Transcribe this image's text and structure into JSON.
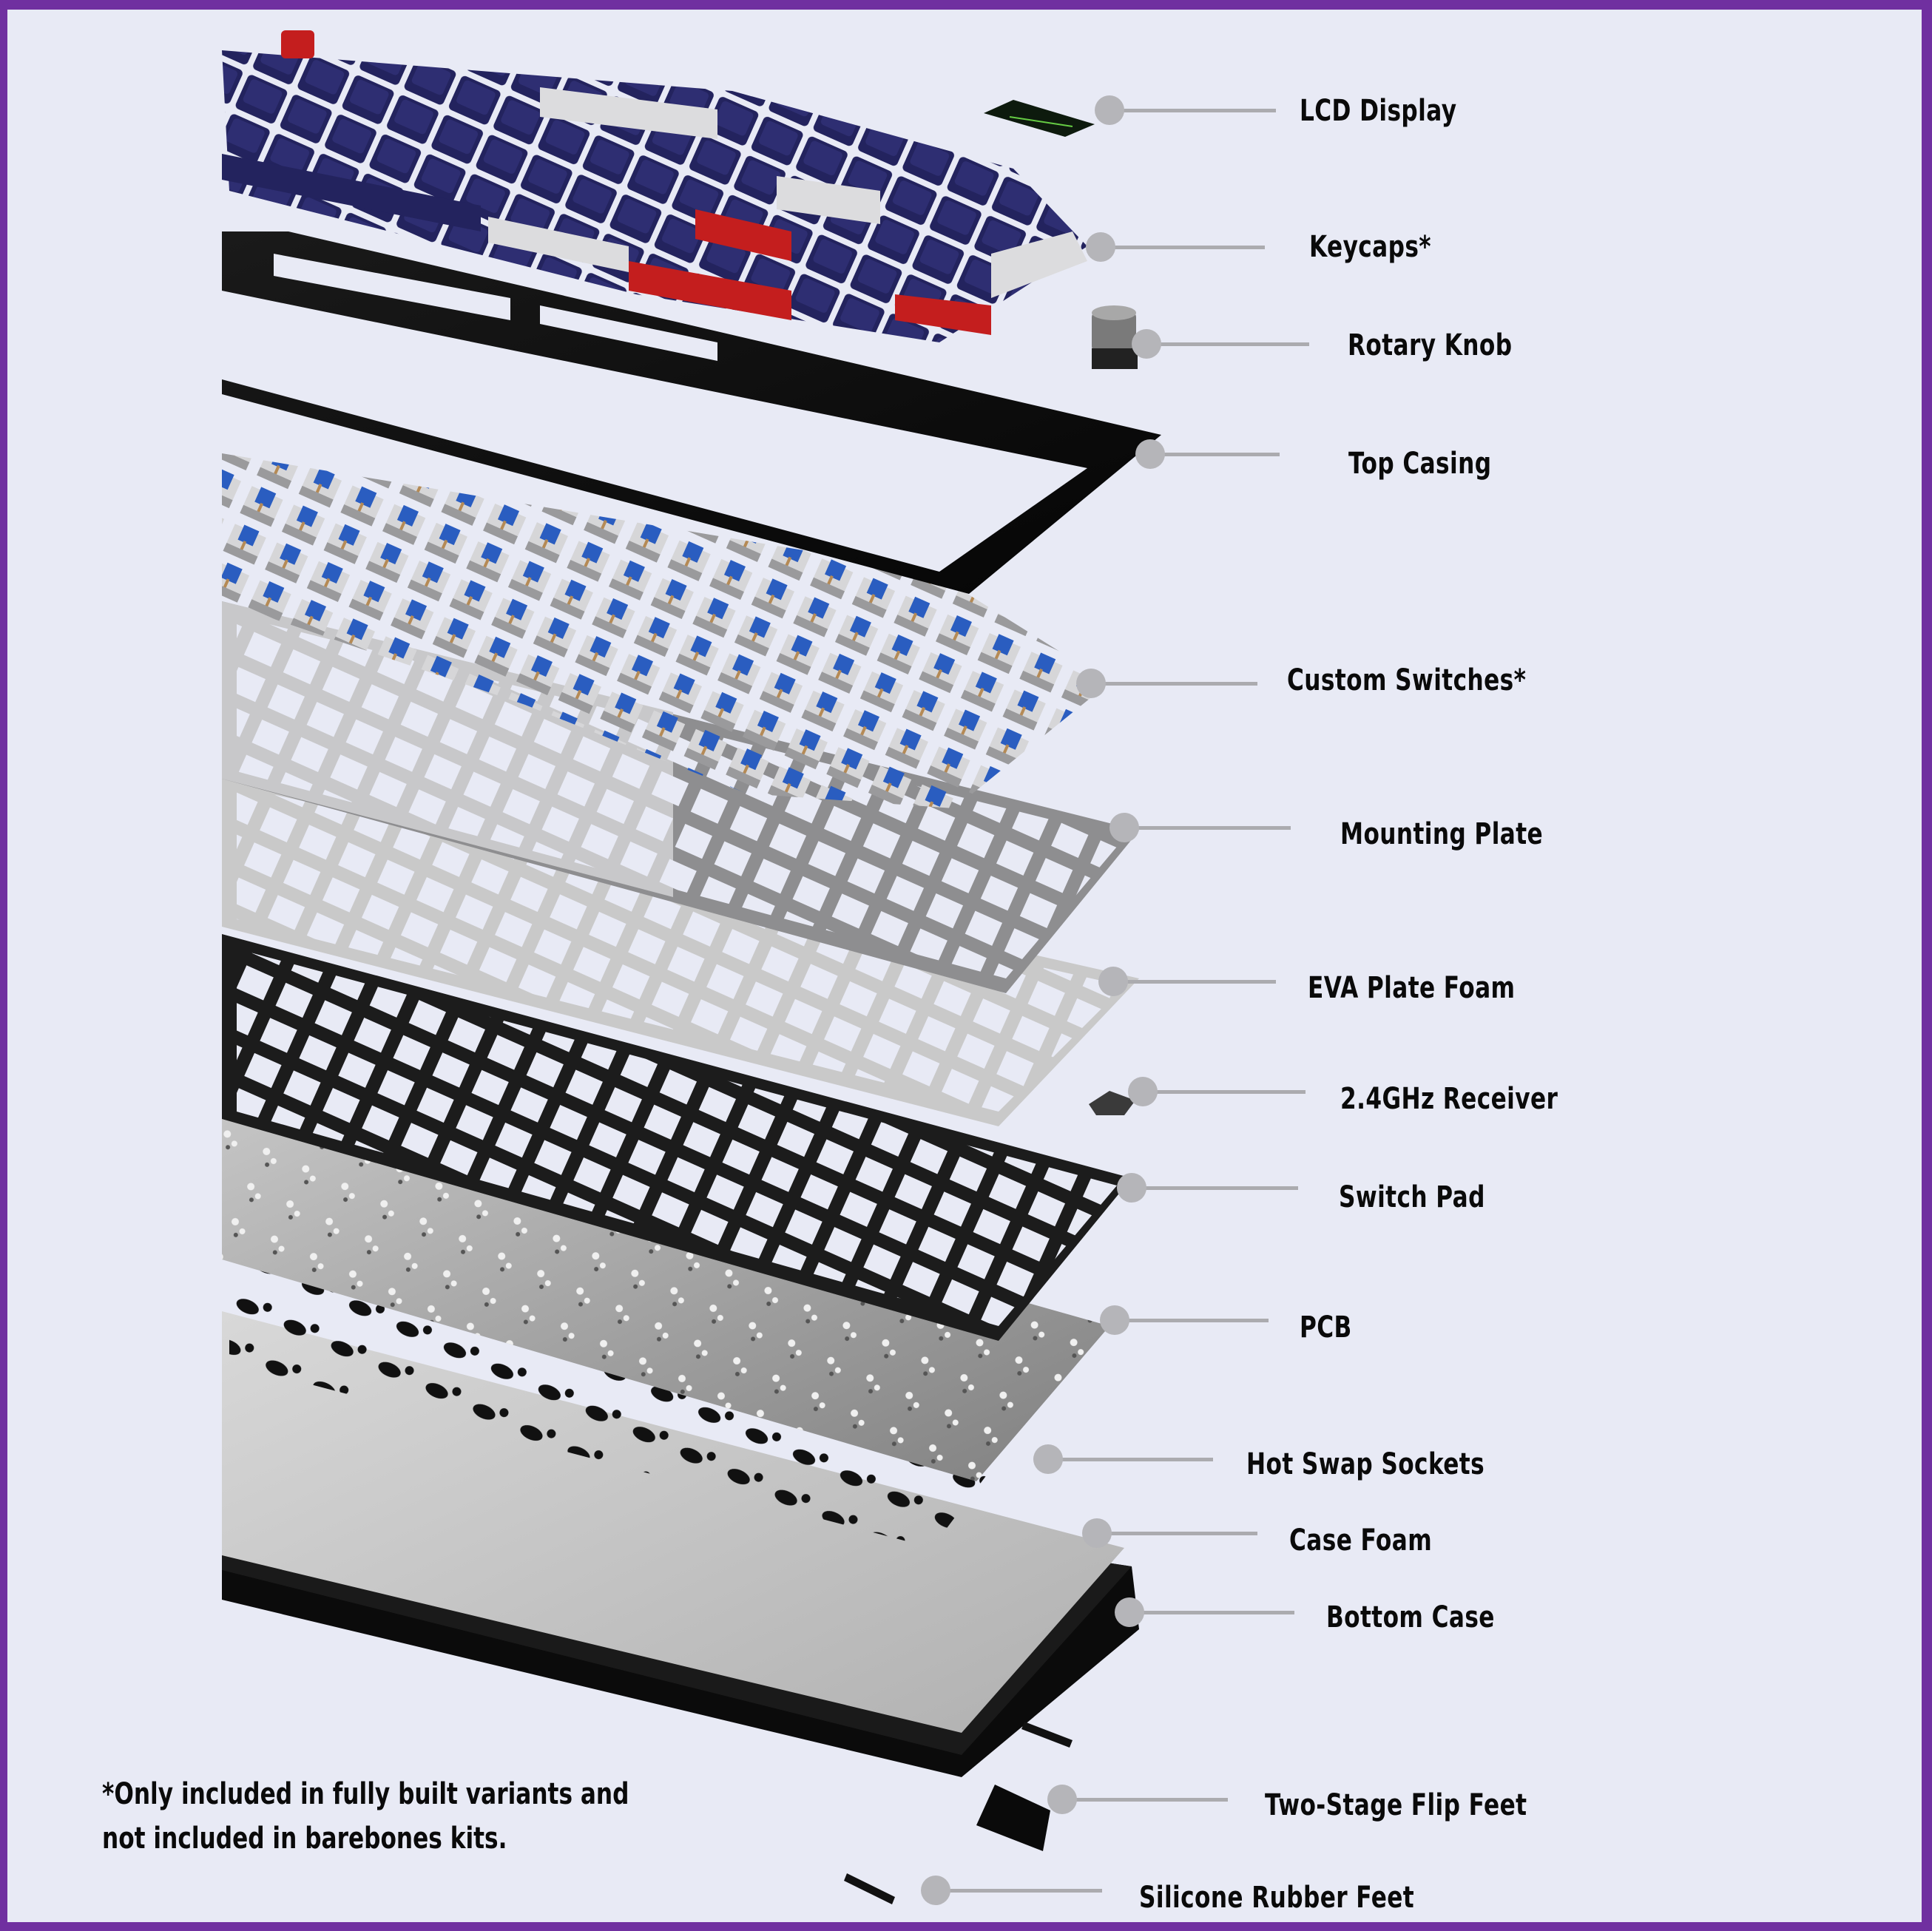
{
  "diagram": {
    "title": "Keyboard exploded view",
    "colors": {
      "border": "#7030A0",
      "background": "#E8EAF5",
      "marker": "#B5B5B9",
      "leader": "#ABABAF",
      "label_text": "#0A0A0A",
      "keycap_navy": "#23235E",
      "keycap_red": "#C41E1E",
      "keycap_white": "#DCDCDE",
      "switch_blue": "#2A5DC0"
    },
    "components": [
      {
        "id": "lcd-display",
        "label": "LCD Display"
      },
      {
        "id": "keycaps",
        "label": "Keycaps*"
      },
      {
        "id": "rotary-knob",
        "label": "Rotary Knob"
      },
      {
        "id": "top-casing",
        "label": "Top Casing"
      },
      {
        "id": "custom-switches",
        "label": "Custom Switches*"
      },
      {
        "id": "mounting-plate",
        "label": "Mounting Plate"
      },
      {
        "id": "eva-plate-foam",
        "label": "EVA Plate Foam"
      },
      {
        "id": "receiver",
        "label": "2.4GHz Receiver"
      },
      {
        "id": "switch-pad",
        "label": "Switch Pad"
      },
      {
        "id": "pcb",
        "label": "PCB"
      },
      {
        "id": "hot-swap-sockets",
        "label": "Hot Swap Sockets"
      },
      {
        "id": "case-foam",
        "label": "Case Foam"
      },
      {
        "id": "bottom-case",
        "label": "Bottom Case"
      },
      {
        "id": "flip-feet",
        "label": "Two-Stage Flip Feet"
      },
      {
        "id": "rubber-feet",
        "label": "Silicone Rubber Feet"
      }
    ],
    "footnote": {
      "line1": "*Only included in fully built variants and",
      "line2": "not included in barebones kits."
    }
  }
}
